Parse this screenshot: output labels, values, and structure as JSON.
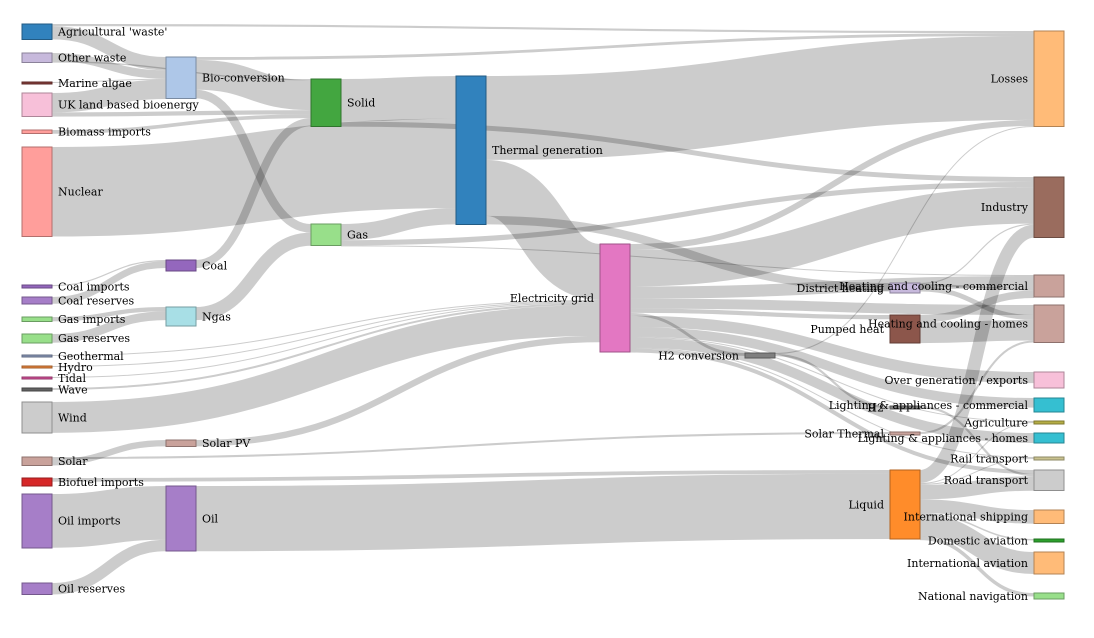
{
  "chart_data": {
    "type": "sankey",
    "title": "",
    "nodes": [
      {
        "id": "agri",
        "name": "Agricultural 'waste'",
        "color": "#3182bd"
      },
      {
        "id": "other",
        "name": "Other waste",
        "color": "#c7b9dc"
      },
      {
        "id": "algae",
        "name": "Marine algae",
        "color": "#843c39"
      },
      {
        "id": "ukbio",
        "name": "UK land based bioenergy",
        "color": "#f7c0d9"
      },
      {
        "id": "bioimp",
        "name": "Biomass imports",
        "color": "#ff9e9b"
      },
      {
        "id": "nuclear",
        "name": "Nuclear",
        "color": "#ff9e9b"
      },
      {
        "id": "coalimp",
        "name": "Coal imports",
        "color": "#9467bd"
      },
      {
        "id": "coalres",
        "name": "Coal reserves",
        "color": "#a67ec8"
      },
      {
        "id": "gasimp",
        "name": "Gas imports",
        "color": "#98df8a"
      },
      {
        "id": "gasres",
        "name": "Gas reserves",
        "color": "#98df8a"
      },
      {
        "id": "geo",
        "name": "Geothermal",
        "color": "#8896b8"
      },
      {
        "id": "hydro",
        "name": "Hydro",
        "color": "#e6843c"
      },
      {
        "id": "tidal",
        "name": "Tidal",
        "color": "#d14f97"
      },
      {
        "id": "wave",
        "name": "Wave",
        "color": "#636363"
      },
      {
        "id": "wind",
        "name": "Wind",
        "color": "#cccccc"
      },
      {
        "id": "solar",
        "name": "Solar",
        "color": "#c9a29b"
      },
      {
        "id": "biofuel",
        "name": "Biofuel imports",
        "color": "#d62728"
      },
      {
        "id": "oilimp",
        "name": "Oil imports",
        "color": "#a67ec8"
      },
      {
        "id": "oilres",
        "name": "Oil reserves",
        "color": "#a67ec8"
      },
      {
        "id": "bioconv",
        "name": "Bio-conversion",
        "color": "#aec7e8"
      },
      {
        "id": "coal",
        "name": "Coal",
        "color": "#9467bd"
      },
      {
        "id": "ngas",
        "name": "Ngas",
        "color": "#a8dfe6"
      },
      {
        "id": "solarpv",
        "name": "Solar PV",
        "color": "#c9a29b"
      },
      {
        "id": "oil",
        "name": "Oil",
        "color": "#a67ec8"
      },
      {
        "id": "solid",
        "name": "Solid",
        "color": "#43a640"
      },
      {
        "id": "gas",
        "name": "Gas",
        "color": "#98df8a"
      },
      {
        "id": "thermal",
        "name": "Thermal generation",
        "color": "#3182bd"
      },
      {
        "id": "grid",
        "name": "Electricity grid",
        "color": "#e377c2"
      },
      {
        "id": "h2conv",
        "name": "H2 conversion",
        "color": "#7f7f7f"
      },
      {
        "id": "district",
        "name": "District heating",
        "color": "#c7b9dc"
      },
      {
        "id": "pumped",
        "name": "Pumped heat",
        "color": "#8c564b"
      },
      {
        "id": "h2",
        "name": "H2",
        "color": "#7f7f7f"
      },
      {
        "id": "solarth",
        "name": "Solar Thermal",
        "color": "#c9a29b"
      },
      {
        "id": "liquid",
        "name": "Liquid",
        "color": "#ff8c2a"
      },
      {
        "id": "losses",
        "name": "Losses",
        "color": "#ffbb78"
      },
      {
        "id": "industry",
        "name": "Industry",
        "color": "#9a6c5e"
      },
      {
        "id": "hccom",
        "name": "Heating and cooling - commercial",
        "color": "#c9a29b"
      },
      {
        "id": "hchome",
        "name": "Heating and cooling - homes",
        "color": "#c9a29b"
      },
      {
        "id": "overgen",
        "name": "Over generation / exports",
        "color": "#f7c0d9"
      },
      {
        "id": "lacom",
        "name": "Lighting & appliances - commercial",
        "color": "#35bfd1"
      },
      {
        "id": "agriculture",
        "name": "Agriculture",
        "color": "#b5ad45"
      },
      {
        "id": "lahome",
        "name": "Lighting & appliances - homes",
        "color": "#35bfd1"
      },
      {
        "id": "rail",
        "name": "Rail transport",
        "color": "#c9c28f"
      },
      {
        "id": "road",
        "name": "Road transport",
        "color": "#cccccc"
      },
      {
        "id": "intship",
        "name": "International shipping",
        "color": "#ffbb78"
      },
      {
        "id": "domav",
        "name": "Domestic aviation",
        "color": "#2ca02c"
      },
      {
        "id": "intav",
        "name": "International aviation",
        "color": "#ffbb78"
      },
      {
        "id": "natnav",
        "name": "National navigation",
        "color": "#98df8a"
      }
    ],
    "links": [
      {
        "source": "agri",
        "target": "bioconv",
        "value": 124.7
      },
      {
        "source": "agri",
        "target": "losses",
        "value": 20
      },
      {
        "source": "other",
        "target": "bioconv",
        "value": 77.8
      },
      {
        "source": "other",
        "target": "solid",
        "value": 12
      },
      {
        "source": "algae",
        "target": "bioconv",
        "value": 4.4
      },
      {
        "source": "ukbio",
        "target": "bioconv",
        "value": 182
      },
      {
        "source": "ukbio",
        "target": "solid",
        "value": 40
      },
      {
        "source": "bioimp",
        "target": "solid",
        "value": 35
      },
      {
        "source": "nuclear",
        "target": "thermal",
        "value": 839.9
      },
      {
        "source": "coalimp",
        "target": "coal",
        "value": 11.6
      },
      {
        "source": "coalres",
        "target": "coal",
        "value": 63.9
      },
      {
        "source": "gasimp",
        "target": "ngas",
        "value": 40.7
      },
      {
        "source": "gasres",
        "target": "ngas",
        "value": 82.2
      },
      {
        "source": "geo",
        "target": "grid",
        "value": 7
      },
      {
        "source": "hydro",
        "target": "grid",
        "value": 6.9
      },
      {
        "source": "tidal",
        "target": "grid",
        "value": 9
      },
      {
        "source": "wave",
        "target": "grid",
        "value": 19
      },
      {
        "source": "wind",
        "target": "grid",
        "value": 289.4
      },
      {
        "source": "solar",
        "target": "solarpv",
        "value": 59.9
      },
      {
        "source": "solar",
        "target": "solarth",
        "value": 19.3
      },
      {
        "source": "biofuel",
        "target": "liquid",
        "value": 35
      },
      {
        "source": "oilimp",
        "target": "oil",
        "value": 504.3
      },
      {
        "source": "oilres",
        "target": "oil",
        "value": 107.7
      },
      {
        "source": "bioconv",
        "target": "gas",
        "value": 81.1
      },
      {
        "source": "bioconv",
        "target": "solid",
        "value": 280.3
      },
      {
        "source": "bioconv",
        "target": "losses",
        "value": 26.9
      },
      {
        "source": "coal",
        "target": "solid",
        "value": 75.6
      },
      {
        "source": "ngas",
        "target": "gas",
        "value": 122.9
      },
      {
        "source": "solarpv",
        "target": "grid",
        "value": 59.9
      },
      {
        "source": "oil",
        "target": "liquid",
        "value": 611.99
      },
      {
        "source": "solid",
        "target": "thermal",
        "value": 400.1
      },
      {
        "source": "solid",
        "target": "industry",
        "value": 46.5
      },
      {
        "source": "gas",
        "target": "thermal",
        "value": 151.9
      },
      {
        "source": "gas",
        "target": "industry",
        "value": 48.6
      },
      {
        "source": "gas",
        "target": "hccom",
        "value": 0.1
      },
      {
        "source": "thermal",
        "target": "losses",
        "value": 787.1
      },
      {
        "source": "thermal",
        "target": "grid",
        "value": 525.5
      },
      {
        "source": "thermal",
        "target": "district",
        "value": 79.3
      },
      {
        "source": "grid",
        "target": "h2conv",
        "value": 27.1
      },
      {
        "source": "grid",
        "target": "industry",
        "value": 342.2
      },
      {
        "source": "grid",
        "target": "hccom",
        "value": 113.7
      },
      {
        "source": "grid",
        "target": "hchome",
        "value": 93.8
      },
      {
        "source": "grid",
        "target": "overgen",
        "value": 104.5
      },
      {
        "source": "grid",
        "target": "lacom",
        "value": 90.0
      },
      {
        "source": "grid",
        "target": "lahome",
        "value": 93.5
      },
      {
        "source": "grid",
        "target": "pumped",
        "value": 40
      },
      {
        "source": "grid",
        "target": "agriculture",
        "value": 4.9
      },
      {
        "source": "grid",
        "target": "rail",
        "value": 7.9
      },
      {
        "source": "grid",
        "target": "road",
        "value": 37.8
      },
      {
        "source": "grid",
        "target": "losses",
        "value": 56.7
      },
      {
        "source": "h2conv",
        "target": "h2",
        "value": 20.9
      },
      {
        "source": "h2conv",
        "target": "losses",
        "value": 6.2
      },
      {
        "source": "district",
        "target": "industry",
        "value": 10.6
      },
      {
        "source": "district",
        "target": "hccom",
        "value": 22.5
      },
      {
        "source": "district",
        "target": "hchome",
        "value": 46.2
      },
      {
        "source": "pumped",
        "target": "hchome",
        "value": 193
      },
      {
        "source": "pumped",
        "target": "hccom",
        "value": 70.7
      },
      {
        "source": "h2",
        "target": "road",
        "value": 20.9
      },
      {
        "source": "solarth",
        "target": "hchome",
        "value": 19.3
      },
      {
        "source": "liquid",
        "target": "industry",
        "value": 121.1
      },
      {
        "source": "liquid",
        "target": "road",
        "value": 135.8
      },
      {
        "source": "liquid",
        "target": "intship",
        "value": 128.7
      },
      {
        "source": "liquid",
        "target": "domav",
        "value": 14.5
      },
      {
        "source": "liquid",
        "target": "intav",
        "value": 206.1
      },
      {
        "source": "liquid",
        "target": "agriculture",
        "value": 3.64
      },
      {
        "source": "liquid",
        "target": "natnav",
        "value": 33.2
      },
      {
        "source": "liquid",
        "target": "rail",
        "value": 4.4
      }
    ]
  }
}
